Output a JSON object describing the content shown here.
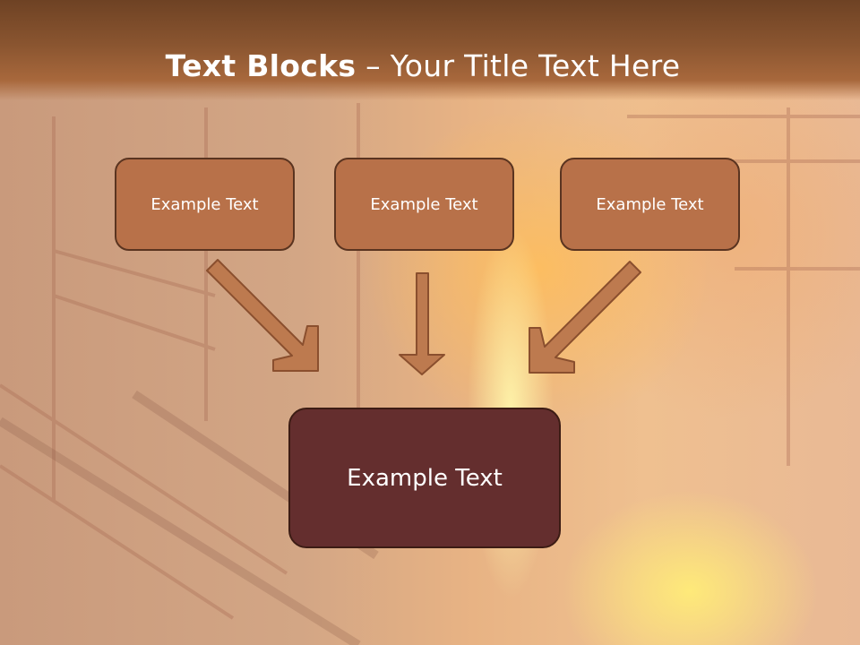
{
  "title": {
    "bold": "Text Blocks",
    "separator": " – ",
    "rest": "Your Title Text Here"
  },
  "blocks": [
    {
      "label": "Example Text"
    },
    {
      "label": "Example Text"
    },
    {
      "label": "Example Text"
    }
  ],
  "main_block": {
    "label": "Example Text"
  },
  "colors": {
    "title_bar": "#8a5530",
    "block_fill": "#b87149",
    "block_border": "#5a3420",
    "main_fill": "#642e2e",
    "arrow_fill": "#bd7a4f"
  }
}
